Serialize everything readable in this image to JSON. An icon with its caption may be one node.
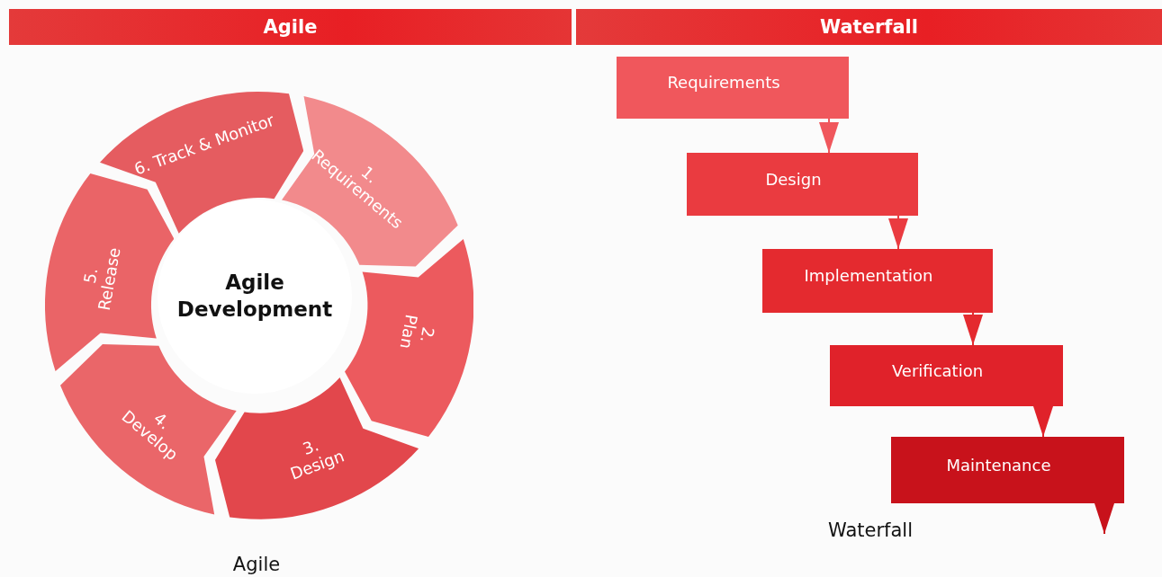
{
  "diagram": {
    "nodes": [
      {
        "text": [
          "Agile"
        ]
      },
      {
        "text": [
          "Waterfall"
        ]
      },
      {
        "text": [
          "Agile Development"
        ]
      },
      {
        "text": [
          "1. Requirements"
        ]
      },
      {
        "text": [
          "2. Plan"
        ]
      },
      {
        "text": [
          "3. Design"
        ]
      },
      {
        "text": [
          "4. Develop"
        ]
      },
      {
        "text": [
          "5. Release"
        ]
      },
      {
        "text": [
          "6. Track & Monitor"
        ]
      },
      {
        "text": [
          "Requirements"
        ]
      },
      {
        "text": [
          "Design"
        ]
      },
      {
        "text": [
          "Implementation"
        ]
      },
      {
        "text": [
          "Verification"
        ]
      },
      {
        "text": [
          "Maintenance"
        ]
      }
    ],
    "edges": [
      {
        "from": 9,
        "to": 10,
        "arrow": "to"
      },
      {
        "from": 10,
        "to": 11,
        "arrow": "to"
      },
      {
        "from": 11,
        "to": 12,
        "arrow": "to"
      },
      {
        "from": 12,
        "to": 13,
        "arrow": "to"
      },
      {
        "from": 13,
        "to": null,
        "arrow": "to"
      }
    ],
    "labels": [
      "Agile",
      "Waterfall"
    ]
  }
}
